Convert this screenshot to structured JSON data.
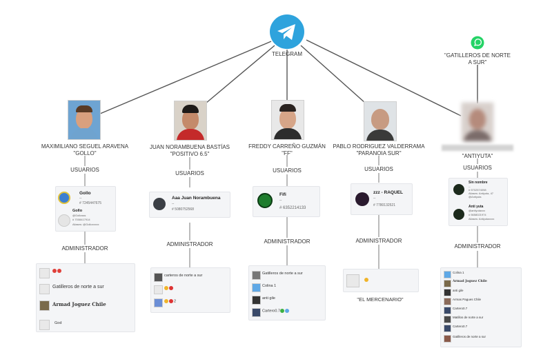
{
  "center": {
    "label": "TELEGRAM",
    "icon": "telegram-icon"
  },
  "whatsapp": {
    "label_line1": "\"GATILLEROS DE NORTE",
    "label_line2": "A SUR\"",
    "icon": "whatsapp-icon"
  },
  "sections": {
    "users": "USUARIOS",
    "admin": "ADMINISTRADOR"
  },
  "persons": [
    {
      "name": "MAXIMILIANO SEGUEL ARAVENA",
      "alias": "\"GOLLO\""
    },
    {
      "name": "JUAN NORAMBUENA BASTÍAS",
      "alias": "\"POSITIVO 6.5\""
    },
    {
      "name": "FREDDY CARREÑO GUZMÁN",
      "alias": "\"FF\""
    },
    {
      "name": "PABLO RODRIGUEZ VALDERRAMA",
      "alias": "\"PARANOIA SUR\""
    },
    {
      "name": "",
      "alias": "\"ANTIYUTA\""
    }
  ],
  "user_cards": {
    "c1": {
      "name": "Gollo",
      "dash": "--",
      "phone": "# 7245447675",
      "sub_name": "Gollo",
      "sub_handle": "@Gollosss",
      "sub_phone": "# 7008417914",
      "sub_alias": "Aliases: @Golloxxxxx"
    },
    "c2": {
      "name": "Aaa Juan Norambuena",
      "dash": "--",
      "phone": "# 5080752568"
    },
    "c3": {
      "name": "Fifi",
      "dash": "--",
      "phone": "# 6352214133"
    },
    "c4": {
      "name": "zzz - RAQUEL",
      "dash": "--",
      "phone": "# 7780132521"
    },
    "c5": {
      "name1": "Sin nombre",
      "d1": "--",
      "p1": "# 5702574098",
      "a1": "Aliases: Antiyuta, 47",
      "h1": "@Antiyuta",
      "name2": "Anti yuta",
      "h2": "@antiyutaxxx",
      "p2": "# 5658021974",
      "a2": "Aliases: Antiyutaxxxx"
    }
  },
  "admin_cards": {
    "a1": [
      {
        "text": ""
      },
      {
        "text": "Gatilleros de norte a sur"
      },
      {
        "text": "Armad Joguez Chile"
      },
      {
        "text": "God"
      }
    ],
    "a2": [
      {
        "text": "carteros de norte a sur"
      },
      {
        "text": ""
      },
      {
        "text": "2"
      }
    ],
    "a3": [
      {
        "text": "Gatilleros de norte a sur"
      },
      {
        "text": "Colina 1"
      },
      {
        "text": "anti gile"
      },
      {
        "text": "Cartero0.7"
      }
    ],
    "a4": [
      {
        "text": ""
      }
    ],
    "a4_label": "\"EL MERCENARIO\"",
    "a5": [
      {
        "text": "Colina 1"
      },
      {
        "text": "Armad Joguez Chile"
      },
      {
        "text": "anti gile"
      },
      {
        "text": "Armas Pagues Chile"
      },
      {
        "text": "Cartero0.7"
      },
      {
        "text": "Matillos de norte a sur"
      },
      {
        "text": "Cartero0.7"
      },
      {
        "text": "Gatilleros de norte a sur"
      }
    ]
  }
}
